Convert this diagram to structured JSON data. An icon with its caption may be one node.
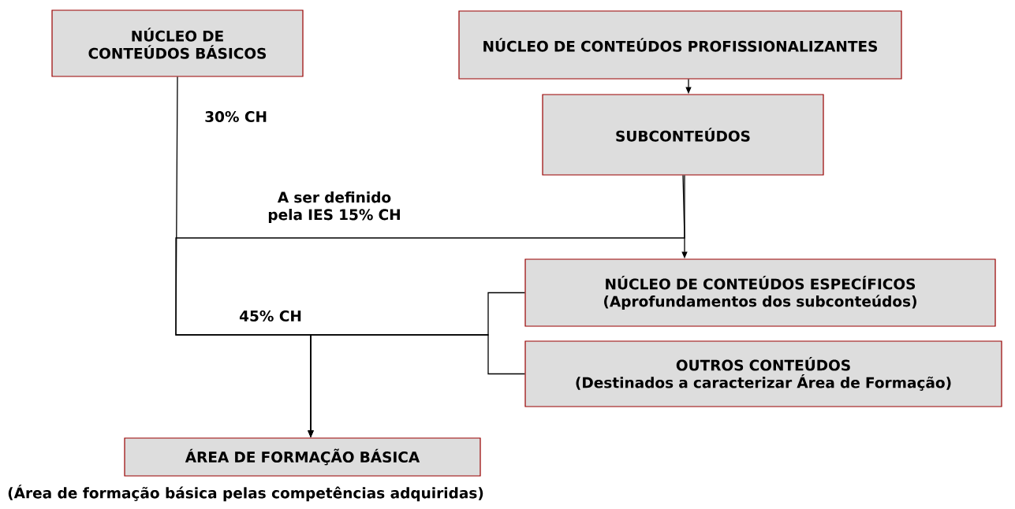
{
  "diagram": {
    "nodes": [
      {
        "text": [
          "NÚCLEO DE CONTEÚDOS BÁSICOS"
        ]
      },
      {
        "text": [
          "NÚCLEO DE CONTEÚDOS PROFISSIONALIZANTES"
        ]
      },
      {
        "text": [
          "SUBCONTEÚDOS"
        ]
      },
      {
        "text": [
          "NÚCLEO DE CONTEÚDOS ESPECÍFICOS",
          "(Aprofundamentos dos subconteúdos)"
        ]
      },
      {
        "text": [
          "OUTROS CONTEÚDOS",
          "(Destinados a caracterizar Área de Formação)"
        ]
      },
      {
        "text": [
          "ÁREA DE FORMAÇÃO BÁSICA"
        ],
        "beside": [
          "(Área de formação básica pelas competências adquiridas)"
        ]
      }
    ],
    "edges": [
      {
        "from": 0,
        "to": 5,
        "arrow": "to",
        "label": "30% CH"
      },
      {
        "from": 1,
        "to": 2,
        "arrow": "to"
      },
      {
        "from": 2,
        "to": 3,
        "arrow": "to"
      },
      {
        "from": 2,
        "to": 5,
        "arrow": "to",
        "label": "A ser definido pela IES 15% CH"
      },
      {
        "from": 3,
        "to": 5,
        "arrow": "to",
        "label": "45% CH"
      },
      {
        "from": 4,
        "to": 5,
        "arrow": "to"
      }
    ]
  }
}
